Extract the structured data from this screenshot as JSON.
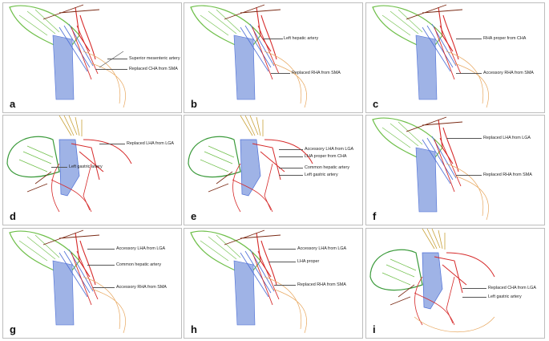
{
  "panels": [
    {
      "label": "a",
      "annotations": [
        "Superior mesenteric artery",
        "Replaced CHA from SMA"
      ]
    },
    {
      "label": "b",
      "annotations": [
        "Left hepatic artery",
        "Replaced RHA from SMA"
      ]
    },
    {
      "label": "c",
      "annotations": [
        "RHA proper from CHA",
        "Accessory RHA from SMA"
      ]
    },
    {
      "label": "d",
      "annotations": [
        "Replaced LHA from LGA",
        "Left gastric artery"
      ]
    },
    {
      "label": "e",
      "annotations": [
        "Accessory LHA from LGA",
        "LHA proper from CHA",
        "Common hepatic artery",
        "Left gastric artery"
      ]
    },
    {
      "label": "f",
      "annotations": [
        "Replaced LHA from LGA",
        "Replaced RHA from SMA"
      ]
    },
    {
      "label": "g",
      "annotations": [
        "Accessory LHA from LGA",
        "Common hepatic artery",
        "Accessory RHA from SMA"
      ]
    },
    {
      "label": "h",
      "annotations": [
        "Accessory LHA from LGA",
        "LHA proper",
        "Replaced RHA from SMA"
      ]
    },
    {
      "label": "i",
      "annotations": [
        "Replaced CHA from LGA",
        "Left gastric artery"
      ]
    }
  ],
  "colors": {
    "artery": "#d62a2a",
    "liver": "#6fbf4a",
    "portal": "#4d6fd6",
    "duct": "#a7c9a0",
    "pancreas": "#e8a860",
    "vessel_dark": "#7a2a14",
    "stomach": "#3a9a3a",
    "celiac_fan": "#c9a23a"
  }
}
